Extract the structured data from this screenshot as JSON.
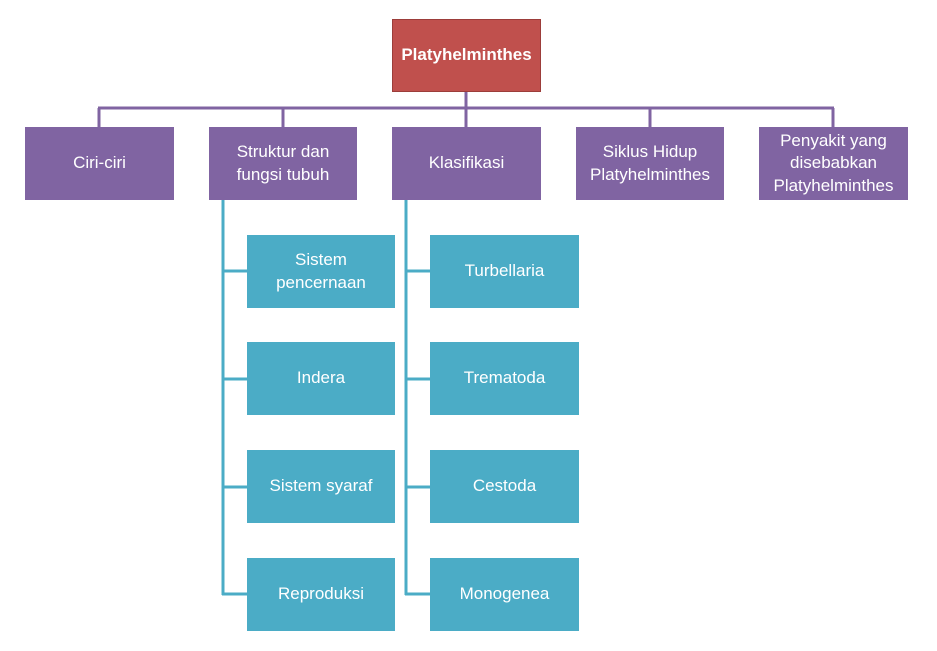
{
  "root": {
    "label": "Platyhelminthes"
  },
  "categories": [
    {
      "label": "Ciri-ciri"
    },
    {
      "label": "Struktur dan fungsi tubuh"
    },
    {
      "label": "Klasifikasi"
    },
    {
      "label": "Siklus Hidup Platyhelminthes"
    },
    {
      "label": "Penyakit yang disebabkan Platyhelminthes"
    }
  ],
  "struktur_children": [
    {
      "label": "Sistem pencernaan"
    },
    {
      "label": "Indera"
    },
    {
      "label": "Sistem syaraf"
    },
    {
      "label": "Reproduksi"
    }
  ],
  "klasifikasi_children": [
    {
      "label": "Turbellaria"
    },
    {
      "label": "Trematoda"
    },
    {
      "label": "Cestoda"
    },
    {
      "label": "Monogenea"
    }
  ],
  "colors": {
    "root": "#c0504d",
    "category": "#8064a2",
    "child": "#4bacc6",
    "category_connector": "#8064a2",
    "child_connector": "#4bacc6"
  }
}
